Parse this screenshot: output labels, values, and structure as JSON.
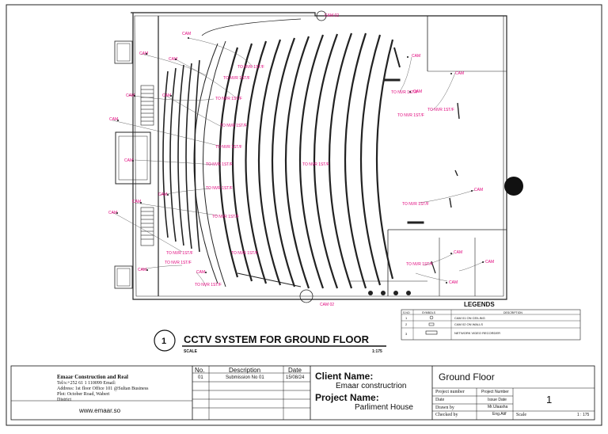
{
  "drawing": {
    "title_number": "1",
    "title": "CCTV SYSTEM FOR GROUND FLOOR",
    "scale_label": "SCALE",
    "scale_value": "1:175",
    "cam_label": "CAM",
    "cam02_label": "CAM 02",
    "nvr_label": "TO NVR 1ST/F",
    "accent_color": "#e0007a"
  },
  "legend": {
    "title": "LEGENDS",
    "headers": [
      "S.NO",
      "SYMBOLS",
      "DESCRIPTION"
    ],
    "rows": [
      {
        "no": "1",
        "description": "CAM 01 ON CEILING"
      },
      {
        "no": "2",
        "description": "CAM 02 ON WALLS"
      },
      {
        "no": "3",
        "description": "NETWORK VIDEO RECORDER"
      }
    ]
  },
  "titleblock": {
    "company_name": "Emaar Construction and Real",
    "company_lines": [
      "Tel/s:+252 61 1 110099  Email:",
      "Address: 1st floor Office 101 @Sultan Business",
      "Plot: October Road, Waberi",
      "District"
    ],
    "website": "www.emaar.so",
    "rev_headers": [
      "No.",
      "Description",
      "Date"
    ],
    "rev_rows": [
      {
        "no": "01",
        "description": "Submission No 01",
        "date": "15/08/24"
      }
    ],
    "client_label": "Client Name:",
    "client_value": "Emaar constructrion",
    "project_label": "Project Name:",
    "project_value": "Parliment House",
    "sheet_title": "Ground Floor",
    "project_number_label": "Project number",
    "project_number_value": "Project Number",
    "date_label": "Date",
    "date_value": "Issue Date",
    "drawn_label": "Drawn by",
    "drawn_value": "Mr.Ulaasha",
    "checked_label": "Checked by",
    "checked_value": "Eng.Atif",
    "sheet_number": "1",
    "scale_label": "Scale",
    "scale_value": "1 : 175"
  }
}
